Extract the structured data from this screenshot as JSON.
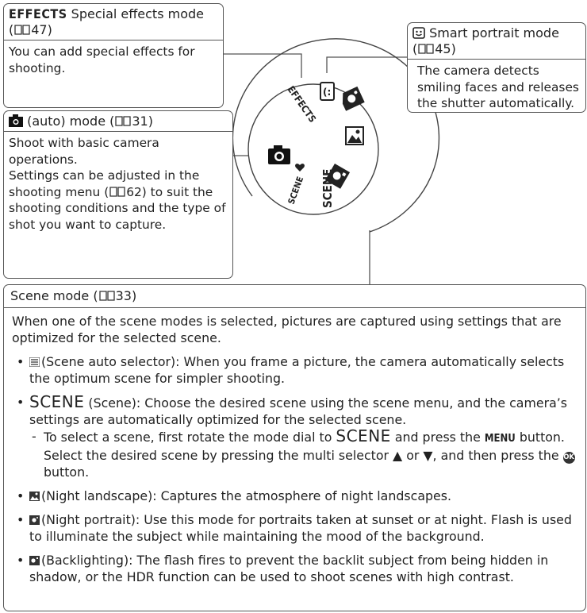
{
  "effects": {
    "title_prefix": "EFFECTS",
    "title_rest": " Special effects mode",
    "ref_open": "(",
    "ref_page": "47)",
    "body": "You can add special effects for shooting."
  },
  "auto": {
    "title_rest": " (auto) mode (",
    "ref_page": "31)",
    "body_1": "Shoot with basic camera operations.",
    "body_2": "Settings can be adjusted in the shooting menu (",
    "body_2_page": "62) to suit the shooting conditions and the type of shot you want to capture."
  },
  "smart": {
    "title_rest": " Smart portrait mode",
    "ref_open": "(",
    "ref_page": "45)",
    "body": "The camera detects smiling faces and releases the shutter automatically."
  },
  "scene": {
    "title": "Scene mode (",
    "title_page": "33)",
    "intro": "When one of the scene modes is selected, pictures are captured using settings that are optimized for the selected scene.",
    "bullet1": "(Scene auto selector): When you frame a picture, the camera automatically selects the optimum scene for simpler shooting.",
    "bullet2_keyword": "SCENE",
    "bullet2": " (Scene): Choose the desired scene using the scene menu, and the camera’s settings are automatically optimized for the selected scene.",
    "sub_a": "To select a scene, first rotate the mode dial to ",
    "sub_keyword": "SCENE",
    "sub_b": " and press the ",
    "sub_menu": "MENU",
    "sub_c": " button. Select the desired scene by pressing the multi selector ",
    "sub_up": "▲",
    "sub_or": " or ",
    "sub_down": "▼",
    "sub_d": ", and then press the ",
    "sub_ok": "OK",
    "sub_e": " button.",
    "bullet3": "(Night landscape): Captures the atmosphere of night landscapes.",
    "bullet4": "(Night portrait): Use this mode for portraits taken at sunset or at night. Flash is used to illuminate the subject while maintaining the mood of the background.",
    "bullet5": "(Backlighting): The flash fires to prevent the backlit subject from being hidden in shadow, or the HDR function can be used to shoot scenes with high contrast."
  },
  "dial": {
    "effects_label": "EFFECTS",
    "scene_label": "SCENE",
    "scene_auto_label": "SCENE"
  }
}
